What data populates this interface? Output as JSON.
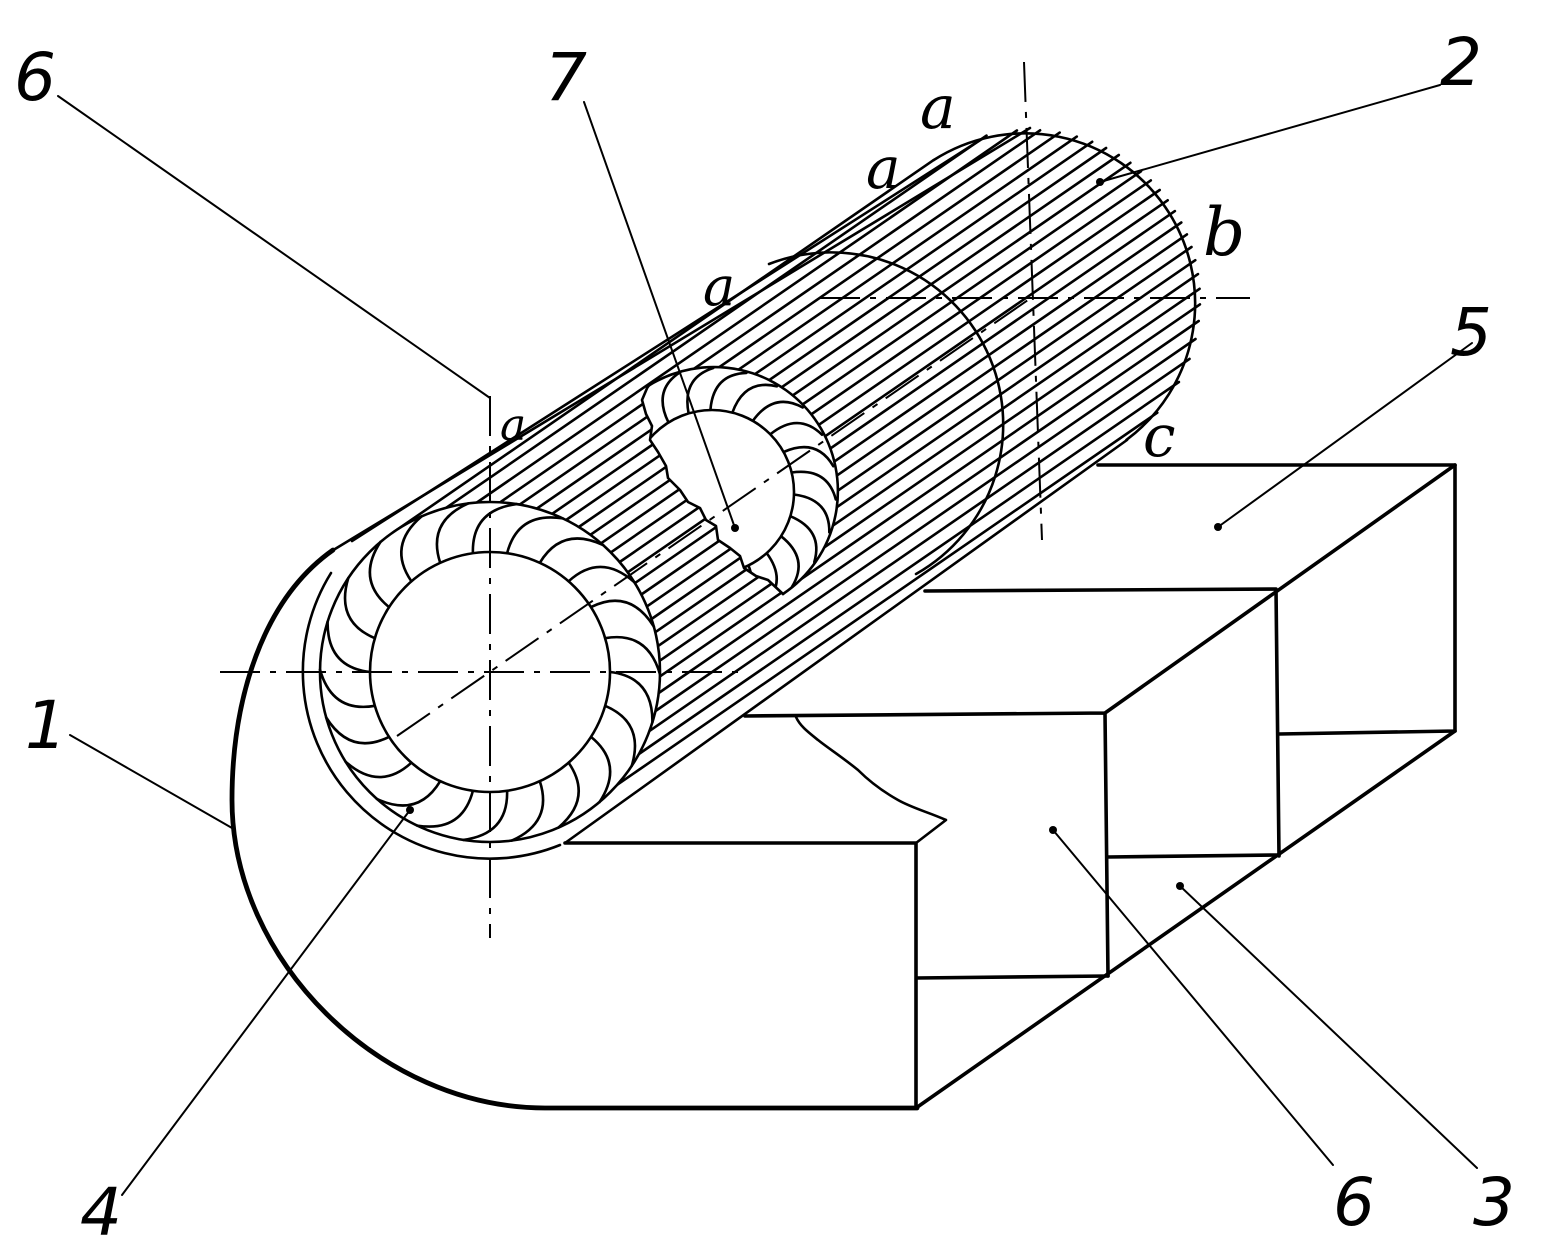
{
  "callouts": {
    "top_left": "6",
    "top_middle": "7",
    "top_right": "2",
    "right": "5",
    "left": "1",
    "bottom_left": "4",
    "bottom_middle": "6",
    "bottom_right": "3"
  },
  "letters": {
    "a_top": "a",
    "a_upper": "a",
    "a_middle": "a",
    "a_front": "a",
    "b": "b",
    "c": "c"
  }
}
